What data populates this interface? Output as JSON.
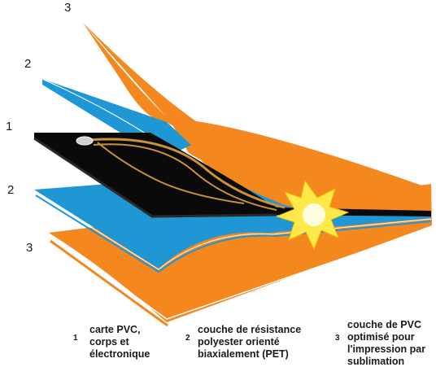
{
  "colors": {
    "pvc_orange": "#F5871F",
    "pet_blue": "#1E97D4",
    "core_black": "#0A0A0A",
    "antenna_gold": "#C8913A",
    "flash_yellow": "#FFE94A"
  },
  "callouts": {
    "top3": "3",
    "top2": "2",
    "mid1": "1",
    "mid2": "2",
    "bot3": "3"
  },
  "legend": [
    {
      "num": "1",
      "lines": [
        "carte PVC,",
        "corps et",
        "électronique"
      ]
    },
    {
      "num": "2",
      "lines": [
        "couche de résistance",
        "polyester orienté",
        "biaxialement (PET)"
      ]
    },
    {
      "num": "3",
      "lines": [
        "couche de PVC",
        "optimisé pour",
        "l'impression par",
        "sublimation"
      ]
    }
  ]
}
